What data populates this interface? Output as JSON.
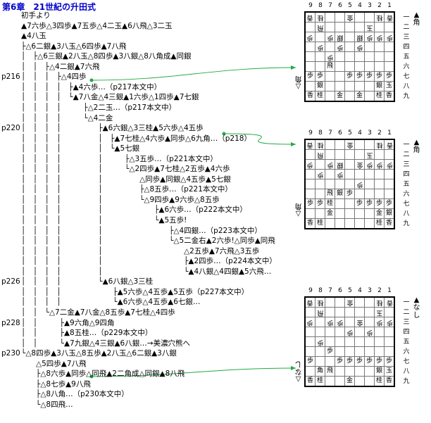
{
  "title": "第6章　21世紀の升田式",
  "lines": [
    "初手より",
    "▲7六歩△3四歩▲7五歩△4二玉▲6八飛△3二玉",
    "▲4八玉",
    "├△6二銀▲3八玉△6四歩▲7八飛",
    "│　├△6三銀▲2八玉△8四歩▲3八銀△8八角成▲同銀",
    "│　│　├△4二銀▲7六飛",
    "│　│　│　├△4四歩",
    "│　│　│　│　├▲4六歩…（p217本文中）",
    "│　│　│　│　└▲7八金△4三銀▲1六歩△1四歩▲7七銀",
    "│　│　│　│　　　├△2二玉…（p217本文中）",
    "│　│　│　│　　　└△4二金",
    "│　│　│　│　　　　　├▲6六銀△3三桂▲5六歩△4五歩",
    "│　│　│　│　　　　　│　├▲7七桂△4六歩▲同歩△6九角…（p218）",
    "│　│　│　│　　　　　│　└▲5七銀",
    "│　│　│　│　　　　　│　　　├△3五歩…（p221本文中）",
    "│　│　│　│　　　　　│　　　└△2四歩▲7七桂△2五歩▲4六歩",
    "│　│　│　│　　　　　│　　　　　△同歩▲同銀△4五歩▲5七銀",
    "│　│　│　│　　　　　│　　　　　├△8五歩…（p221本文中）",
    "│　│　│　│　　　　　│　　　　　└△9四歩▲9六歩△8五歩",
    "│　│　│　│　　　　　│　　　　　　　├▲6六歩…（p222本文中）",
    "│　│　│　│　　　　　│　　　　　　　└▲5五歩!",
    "│　│　│　│　　　　　│　　　　　　　　　├△4四銀…（p223本文中）",
    "│　│　│　│　　　　　│　　　　　　　　　└△5二金右▲2六歩!△同歩▲同飛",
    "│　│　│　│　　　　　│　　　　　　　　　　　△2五歩▲7六飛△3五歩",
    "│　│　│　│　　　　　│　　　　　　　　　　　├▲2四歩…（p224本文中）",
    "│　│　│　│　　　　　│　　　　　　　　　　　└▲4八銀△4四銀▲5六飛…",
    "│　│　│　│　　　　　└▲6八銀△3三桂",
    "│　│　│　│　　　　　　　├▲5六歩△4五歩▲5五歩（p227本文中）",
    "│　│　│　│　　　　　　　└▲6六歩△4五歩▲6七銀…",
    "│　│　└△7二金▲7八金△8五歩▲7七桂△4四歩",
    "│　│　　　├▲9六角△9四角",
    "│　│　　　├▲8五桂…（p229本文中）",
    "│　│　　　└▲7九銀△4三銀▲6八銀…→美濃穴熊へ",
    "└△8四歩▲3八玉△8五歩▲2八玉△6二銀▲3八銀",
    "　　△5四歩▲7八飛",
    "　　├△8六歩▲同歩△同飛▲2二角成△同銀▲8八飛",
    "　　├△8七歩▲9八飛",
    "　　├△8八角…（p230本文中）",
    "　　└△8四飛…"
  ],
  "pages": [
    "p216",
    "p220",
    "p226",
    "p228",
    "p230"
  ],
  "col_labels": [
    "9",
    "8",
    "7",
    "6",
    "5",
    "4",
    "3",
    "2",
    "1"
  ],
  "row_labels": [
    "一",
    "二",
    "三",
    "四",
    "五",
    "六",
    "七",
    "八",
    "九"
  ],
  "boards": [
    {
      "sente_hand": "▲角",
      "gote_hand": "△角",
      "rows": [
        [
          "香",
          "桂",
          "",
          "",
          "金",
          "",
          "",
          "桂",
          "香"
        ],
        [
          "",
          "飛",
          "",
          "",
          "",
          "",
          "玉",
          "",
          ""
        ],
        [
          "歩",
          "",
          "歩",
          "銀",
          "",
          "銀",
          "歩",
          "歩",
          "歩"
        ],
        [
          "",
          "歩",
          "",
          "歩",
          "",
          "歩",
          "",
          "",
          ""
        ],
        [
          "",
          "",
          "歩",
          "",
          "",
          "",
          "",
          "",
          ""
        ],
        [
          "",
          "",
          "飛",
          "",
          "",
          "",
          "",
          "",
          ""
        ],
        [
          "歩",
          "歩",
          "",
          "",
          "歩",
          "歩",
          "歩",
          "歩",
          "歩"
        ],
        [
          "",
          "銀",
          "",
          "",
          "",
          "",
          "",
          "銀",
          "玉"
        ],
        [
          "香",
          "桂",
          "",
          "金",
          "",
          "金",
          "",
          "桂",
          "香"
        ]
      ]
    },
    {
      "sente_hand": "▲角",
      "gote_hand": "△角",
      "rows": [
        [
          "香",
          "桂",
          "",
          "",
          "金",
          "",
          "",
          "桂",
          "香"
        ],
        [
          "",
          "飛",
          "",
          "",
          "",
          "",
          "玉",
          "",
          ""
        ],
        [
          "歩",
          "",
          "歩",
          "銀",
          "",
          "金",
          "歩",
          "歩",
          "歩"
        ],
        [
          "",
          "歩",
          "",
          "歩",
          "",
          "",
          "",
          "",
          ""
        ],
        [
          "",
          "",
          "",
          "",
          "",
          "歩",
          "",
          "",
          ""
        ],
        [
          "",
          "",
          "飛",
          "銀",
          "歩",
          "",
          "",
          "",
          ""
        ],
        [
          "歩",
          "歩",
          "桂",
          "",
          "",
          "歩",
          "歩",
          "歩",
          "歩"
        ],
        [
          "",
          "",
          "金",
          "",
          "",
          "",
          "",
          "金",
          "銀"
        ],
        [
          "香",
          "桂",
          "",
          "",
          "",
          "",
          "",
          "桂",
          "香"
        ]
      ]
    },
    {
      "sente_hand": "▲なし",
      "gote_hand": "△なし",
      "rows": [
        [
          "香",
          "桂",
          "",
          "",
          "金",
          "",
          "",
          "桂",
          "香"
        ],
        [
          "",
          "飛",
          "",
          "",
          "",
          "",
          "",
          "玉",
          ""
        ],
        [
          "歩",
          "",
          "歩",
          "歩",
          "",
          "金",
          "",
          "歩",
          "歩"
        ],
        [
          "",
          "",
          "",
          "",
          "歩",
          "",
          "歩",
          "",
          ""
        ],
        [
          "",
          "歩",
          "",
          "",
          "",
          "",
          "",
          "",
          ""
        ],
        [
          "",
          "",
          "歩",
          "",
          "",
          "",
          "",
          "",
          ""
        ],
        [
          "歩",
          "",
          "",
          "歩",
          "歩",
          "歩",
          "歩",
          "歩",
          "歩"
        ],
        [
          "",
          "角",
          "飛",
          "",
          "",
          "",
          "",
          "銀",
          "玉"
        ],
        [
          "香",
          "桂",
          "",
          "",
          "金",
          "",
          "",
          "桂",
          "香"
        ]
      ]
    }
  ],
  "gote_pieces": [
    [
      [
        0,
        0
      ],
      [
        0,
        1
      ],
      [
        0,
        4
      ],
      [
        0,
        7
      ],
      [
        0,
        8
      ],
      [
        1,
        1
      ],
      [
        1,
        6
      ],
      [
        2,
        0
      ],
      [
        2,
        2
      ],
      [
        2,
        3
      ],
      [
        2,
        5
      ],
      [
        2,
        6
      ],
      [
        2,
        7
      ],
      [
        2,
        8
      ],
      [
        3,
        1
      ],
      [
        3,
        3
      ],
      [
        3,
        5
      ],
      [
        4,
        2
      ]
    ],
    [
      [
        0,
        0
      ],
      [
        0,
        1
      ],
      [
        0,
        4
      ],
      [
        0,
        7
      ],
      [
        0,
        8
      ],
      [
        1,
        1
      ],
      [
        1,
        6
      ],
      [
        2,
        0
      ],
      [
        2,
        2
      ],
      [
        2,
        3
      ],
      [
        2,
        5
      ],
      [
        2,
        6
      ],
      [
        2,
        7
      ],
      [
        2,
        8
      ],
      [
        3,
        1
      ],
      [
        3,
        3
      ],
      [
        4,
        5
      ]
    ],
    [
      [
        0,
        0
      ],
      [
        0,
        1
      ],
      [
        0,
        4
      ],
      [
        0,
        7
      ],
      [
        0,
        8
      ],
      [
        1,
        1
      ],
      [
        1,
        7
      ],
      [
        2,
        0
      ],
      [
        2,
        2
      ],
      [
        2,
        3
      ],
      [
        2,
        5
      ],
      [
        2,
        7
      ],
      [
        2,
        8
      ],
      [
        3,
        4
      ],
      [
        3,
        6
      ],
      [
        4,
        1
      ]
    ]
  ],
  "colors": {
    "title": "#0000cc",
    "arrow": "#22aa44"
  }
}
